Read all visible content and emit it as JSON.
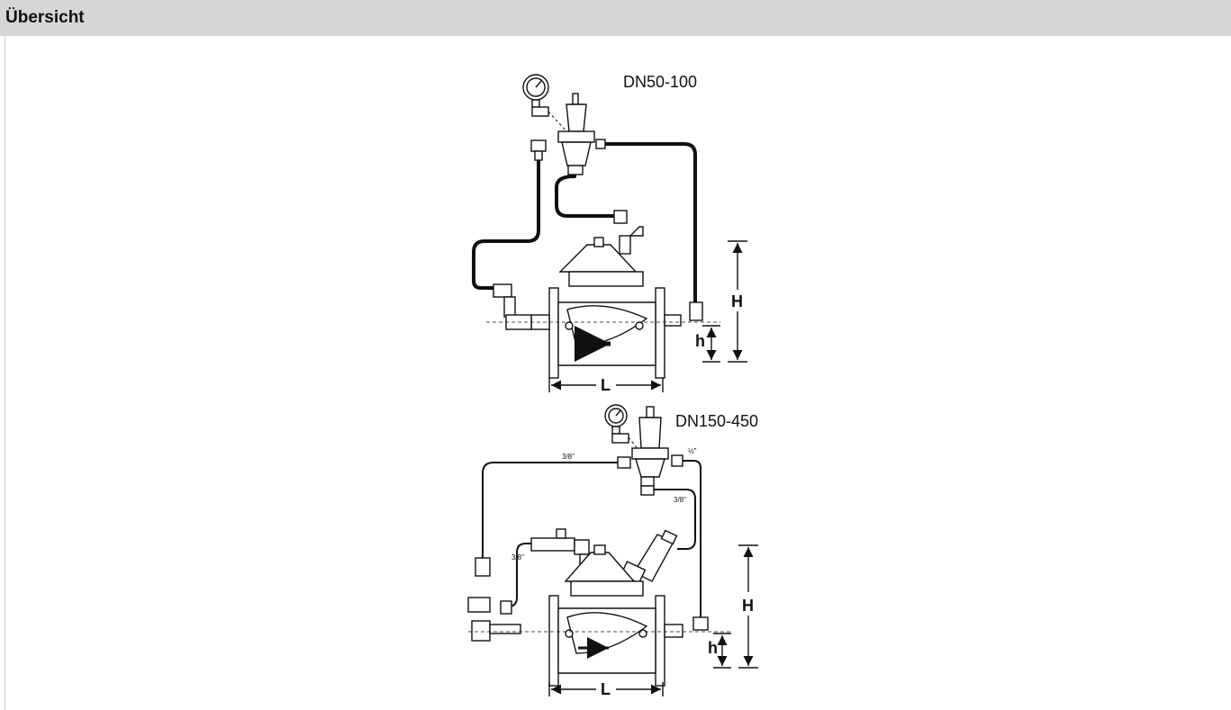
{
  "header": {
    "title": "Übersicht"
  },
  "diagrams": [
    {
      "model": "DN50-100",
      "dims": {
        "H": "H",
        "h": "h",
        "L": "L"
      },
      "pipe_sizes": []
    },
    {
      "model": "DN150-450",
      "dims": {
        "H": "H",
        "h": "h",
        "L": "L"
      },
      "pipe_sizes": {
        "left_top": "3/8\"",
        "right_top": "½\"",
        "pilot_outlet": "3/8\"",
        "strainer_line": "3/8\""
      }
    }
  ]
}
